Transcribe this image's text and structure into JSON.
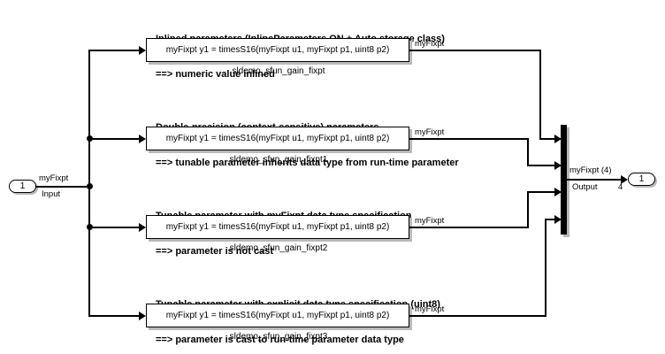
{
  "colors": {
    "line": "#000000",
    "fill": "#ffffff",
    "shadow": "#b9b9b9",
    "background": "#ffffff"
  },
  "input_port": {
    "number": "1",
    "signal_label": "myFixpt",
    "port_label": "Input"
  },
  "output_port": {
    "number": "1",
    "signal_label": "myFixpt (4)",
    "port_label": "Output",
    "width_label": "4"
  },
  "groups": [
    {
      "heading1": "Inlined parameters (InlineParameters ON + Auto storage class)",
      "heading2": "==> numeric value inlined",
      "block_text": "myFixpt y1 = timesS16(myFixpt u1, myFixpt p1, uint8 p2)",
      "block_name": "sldemo_sfun_gain_fixpt",
      "out_signal": "myFixpt"
    },
    {
      "heading1": "Double-precision (context-sensitive) parameters",
      "heading2": "==> tunable parameter inherits data type from run-time parameter",
      "block_text": "myFixpt y1 = timesS16(myFixpt u1, myFixpt p1, uint8 p2)",
      "block_name": "sldemo_sfun_gain_fixpt1",
      "out_signal": "myFixpt"
    },
    {
      "heading1": "Tunable parameter with myFixpt data type specification",
      "heading2": "==> parameter is not cast",
      "block_text": "myFixpt y1 = timesS16(myFixpt u1, myFixpt p1, uint8 p2)",
      "block_name": "sldemo_sfun_gain_fixpt2",
      "out_signal": "myFixpt"
    },
    {
      "heading1": "Tunable parameter with explicit data type specification (uint8)",
      "heading2": "==> parameter is cast to run-time parameter data type",
      "block_text": "myFixpt y1 = timesS16(myFixpt u1, myFixpt p1, uint8 p2)",
      "block_name": "sldemo_sfun_gain_fixpt3",
      "out_signal": "myFixpt"
    }
  ]
}
